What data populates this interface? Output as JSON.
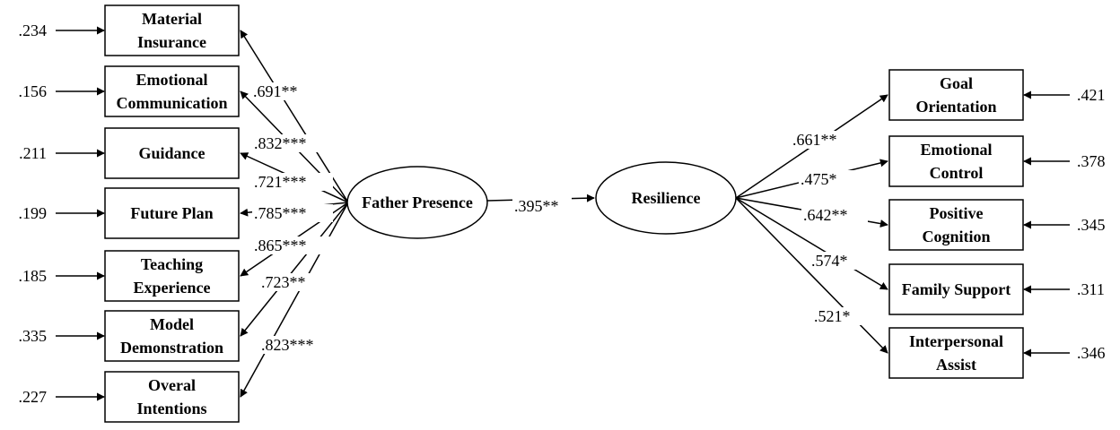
{
  "latent": {
    "father": "Father Presence",
    "resilience": "Resilience"
  },
  "path": {
    "coef": ".395**"
  },
  "left_indicators": [
    {
      "id": "material-insurance",
      "lines": [
        "Material",
        "Insurance"
      ],
      "error": ".234",
      "loading": ".691**"
    },
    {
      "id": "emotional-communication",
      "lines": [
        "Emotional",
        "Communication"
      ],
      "error": ".156",
      "loading": ".832***"
    },
    {
      "id": "guidance",
      "lines": [
        "Guidance"
      ],
      "error": ".211",
      "loading": ".721***"
    },
    {
      "id": "future-plan",
      "lines": [
        "Future Plan"
      ],
      "error": ".199",
      "loading": ".785***"
    },
    {
      "id": "teaching-experience",
      "lines": [
        "Teaching",
        "Experience"
      ],
      "error": ".185",
      "loading": ".865***"
    },
    {
      "id": "model-demonstration",
      "lines": [
        "Model",
        "Demonstration"
      ],
      "error": ".335",
      "loading": ".723**"
    },
    {
      "id": "overal-intentions",
      "lines": [
        "Overal",
        "Intentions"
      ],
      "error": ".227",
      "loading": ".823***"
    }
  ],
  "right_indicators": [
    {
      "id": "goal-orientation",
      "lines": [
        "Goal",
        "Orientation"
      ],
      "error": ".421",
      "loading": ".661**"
    },
    {
      "id": "emotional-control",
      "lines": [
        "Emotional",
        "Control"
      ],
      "error": ".378",
      "loading": ".475*"
    },
    {
      "id": "positive-cognition",
      "lines": [
        "Positive",
        "Cognition"
      ],
      "error": ".345",
      "loading": ".642**"
    },
    {
      "id": "family-support",
      "lines": [
        "Family Support"
      ],
      "error": ".311",
      "loading": ".574*"
    },
    {
      "id": "interpersonal-assist",
      "lines": [
        "Interpersonal",
        "Assist"
      ],
      "error": ".346",
      "loading": ".521*"
    }
  ]
}
